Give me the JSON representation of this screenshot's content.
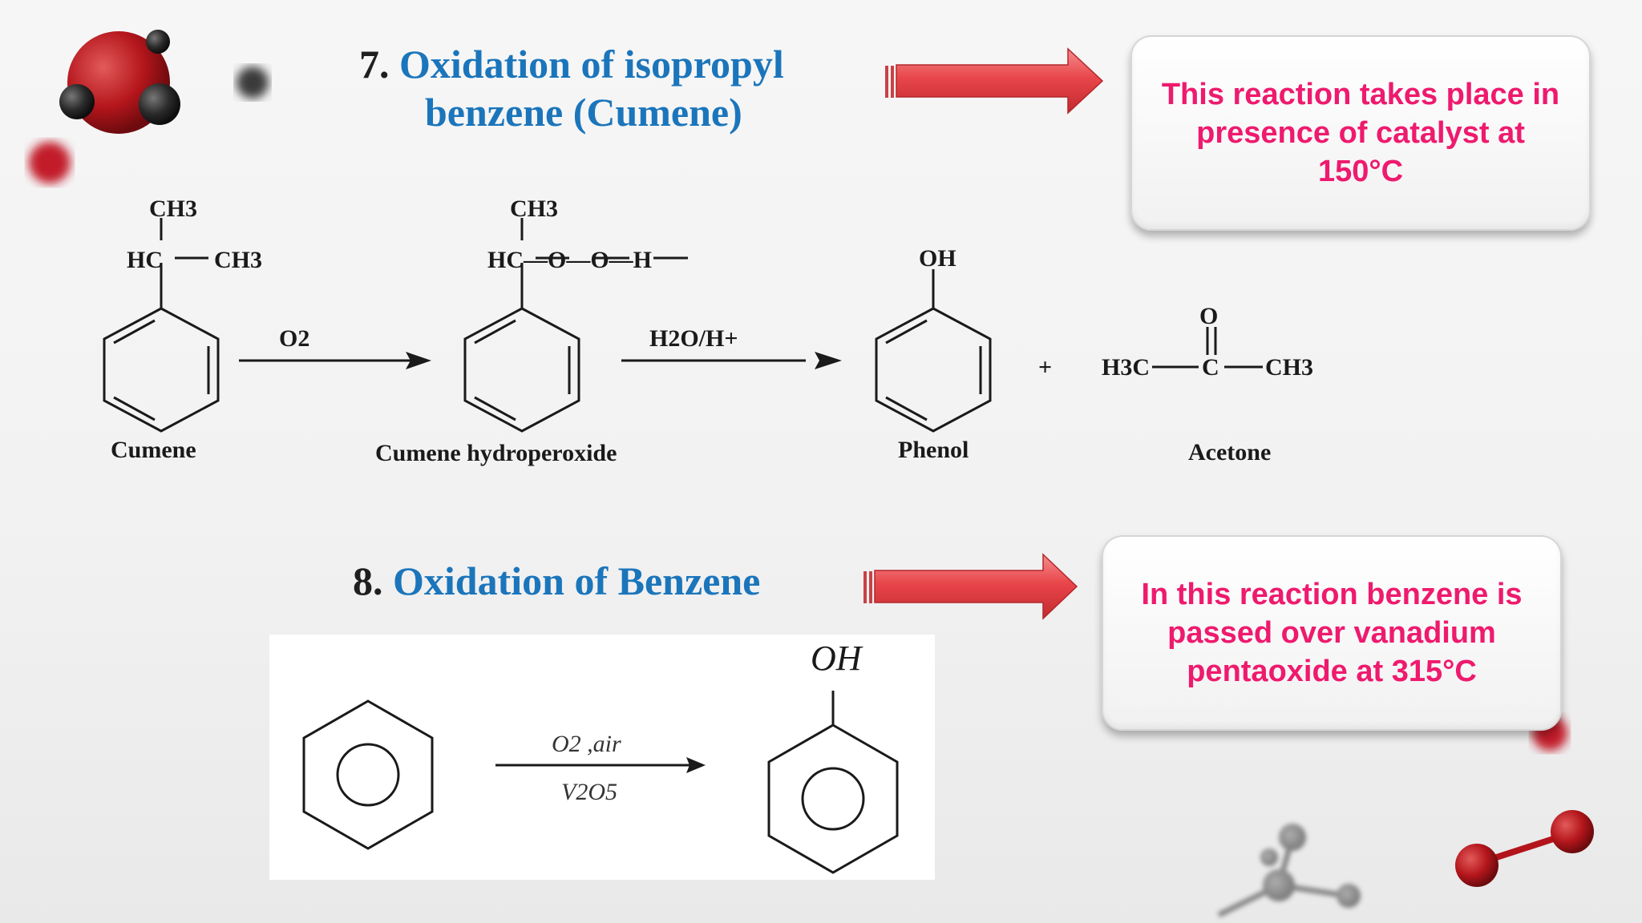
{
  "section7": {
    "number": "7.",
    "title_line1": "Oxidation of isopropyl",
    "title_line2": "benzene (Cumene)",
    "callout": "This reaction takes place in presence of catalyst at 150°C"
  },
  "section8": {
    "number": "8.",
    "title": "Oxidation of Benzene",
    "callout": "In this reaction benzene is passed over vanadium pentaoxide at 315°C"
  },
  "cumene_scheme": {
    "cumene_ch3_top": "CH3",
    "cumene_hc": "HC",
    "cumene_ch3_right": "CH3",
    "reagent1": "O2",
    "hydroperoxide_ch3_top": "CH3",
    "hydroperoxide_chain": "HC—O—O—H",
    "reagent2": "H2O/H+",
    "phenol_oh": "OH",
    "plus": "+",
    "acetone_o": "O",
    "acetone_h3c": "H3C",
    "acetone_c": "C",
    "acetone_ch3": "CH3",
    "labels": {
      "cumene": "Cumene",
      "hydroperoxide": "Cumene hydroperoxide",
      "phenol": "Phenol",
      "acetone": "Acetone"
    }
  },
  "benzene_scheme": {
    "reagent_top": "O2 ,air",
    "reagent_bottom": "V2O5",
    "product_oh": "OH"
  },
  "colors": {
    "title_blue": "#1b75bb",
    "callout_text": "#ee1a6e",
    "arrow_red": "#e8464a"
  }
}
